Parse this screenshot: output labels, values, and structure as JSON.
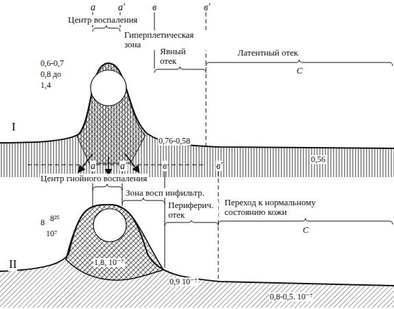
{
  "diagram": {
    "labels": [
      "a",
      "a'",
      "в",
      "в'",
      "Центр воспаления",
      "Гиперплетическая зона",
      "Явный отек",
      "Латентный отек",
      "I",
      "0,6-0,7",
      "0,8 до",
      "1,4",
      "0,76-0,58",
      "C",
      "0,56",
      "a",
      "a'",
      "в",
      "в'",
      "Центр гнойного воспаления",
      "Зона восп инфильтр.",
      "Периферич. отек",
      "Переход к нормальному состоянию кожи",
      "II",
      "8",
      "8²⁵",
      "10⁷",
      "1,8, 10⁻⁷",
      "0,9 10⁻⁷",
      "0,8-0,5. 10⁻⁷",
      "C"
    ]
  }
}
